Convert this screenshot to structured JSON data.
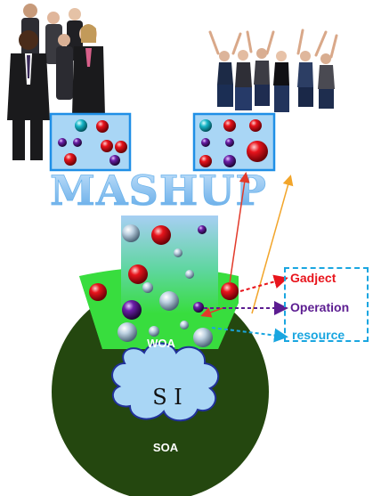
{
  "title": "MASHUP",
  "layers": {
    "woa": "WOA",
    "soa": "SOA",
    "si": "S I"
  },
  "legend": [
    {
      "label": "Gadject",
      "color": "#e8141c"
    },
    {
      "label": "Operation",
      "color": "#5c1d91"
    },
    {
      "label": "resource",
      "color": "#1aa6e0"
    }
  ],
  "colors": {
    "panel_border": "#1f8fe6",
    "panel_fill": "#a9d6f5",
    "woa_fill": "#38dd3e",
    "soa_fill": "#24470f",
    "cloud_fill": "#a9d6f5",
    "cloud_stroke": "#20309a",
    "title_fill": "#6fb5ec",
    "arrow_red": "#e23a2a",
    "arrow_orange": "#f2a52a"
  },
  "icons": {
    "people_business": "business-people-group",
    "people_youth": "jumping-young-people-group",
    "spheres": "sphere-widget"
  }
}
